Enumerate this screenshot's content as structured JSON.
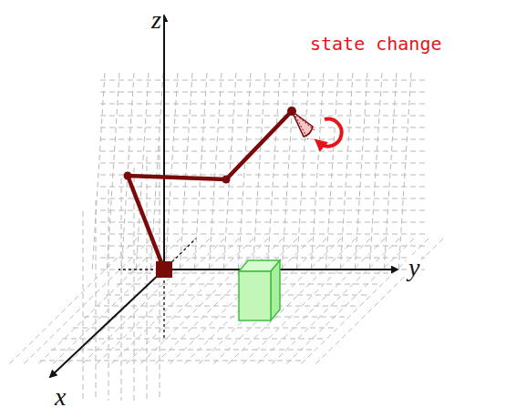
{
  "diagram": {
    "labels": [
      "z",
      "y",
      "x",
      "state change"
    ]
  }
}
